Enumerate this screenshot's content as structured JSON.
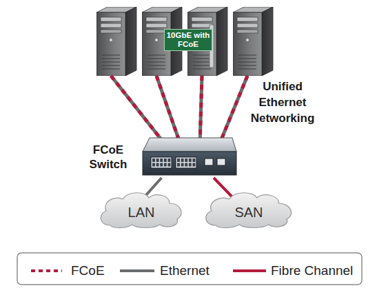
{
  "diagram": {
    "nodes": [
      {
        "text": [
          "10GbE with FCoE"
        ]
      },
      {
        "text": [
          "FCoE Switch"
        ]
      },
      {
        "text": [
          "LAN"
        ]
      },
      {
        "text": [
          "SAN"
        ]
      }
    ],
    "edges": [
      {
        "from": 1,
        "to": 2,
        "arrow": "none"
      },
      {
        "from": 1,
        "to": 3,
        "arrow": "none"
      }
    ],
    "labels": [
      "Unified Ethernet Networking"
    ],
    "legend": [
      {
        "text": "FCoE"
      },
      {
        "text": "Ethernet"
      },
      {
        "text": "Fibre Channel"
      }
    ]
  }
}
